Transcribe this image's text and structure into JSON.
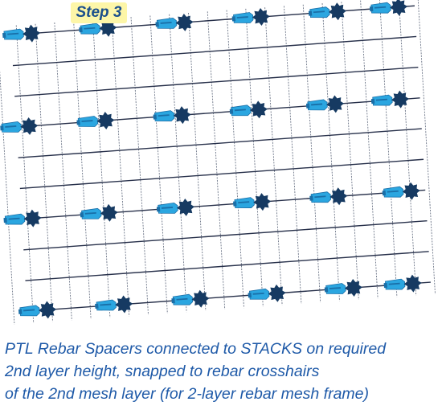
{
  "step_label": "Step 3",
  "caption": [
    "PTL Rebar Spacers connected to STACKS on required",
    "2nd layer height, snapped to rebar crosshairs",
    "of the 2nd mesh layer (for 2-layer rebar mesh frame)"
  ],
  "colors": {
    "mesh_line": "#27304a",
    "mesh_cross_line": "#6d7688",
    "spacer": "#2ba6e0",
    "spacer_dark": "#1a6fa8",
    "stack": "#163a62",
    "step_badge_bg": "#fdf6a8",
    "step_text": "#1b4f8c",
    "caption_text": "#1f5aa8"
  },
  "icons": {
    "spacer": "ptl-rebar-spacer-icon",
    "stack": "stack-icon"
  }
}
